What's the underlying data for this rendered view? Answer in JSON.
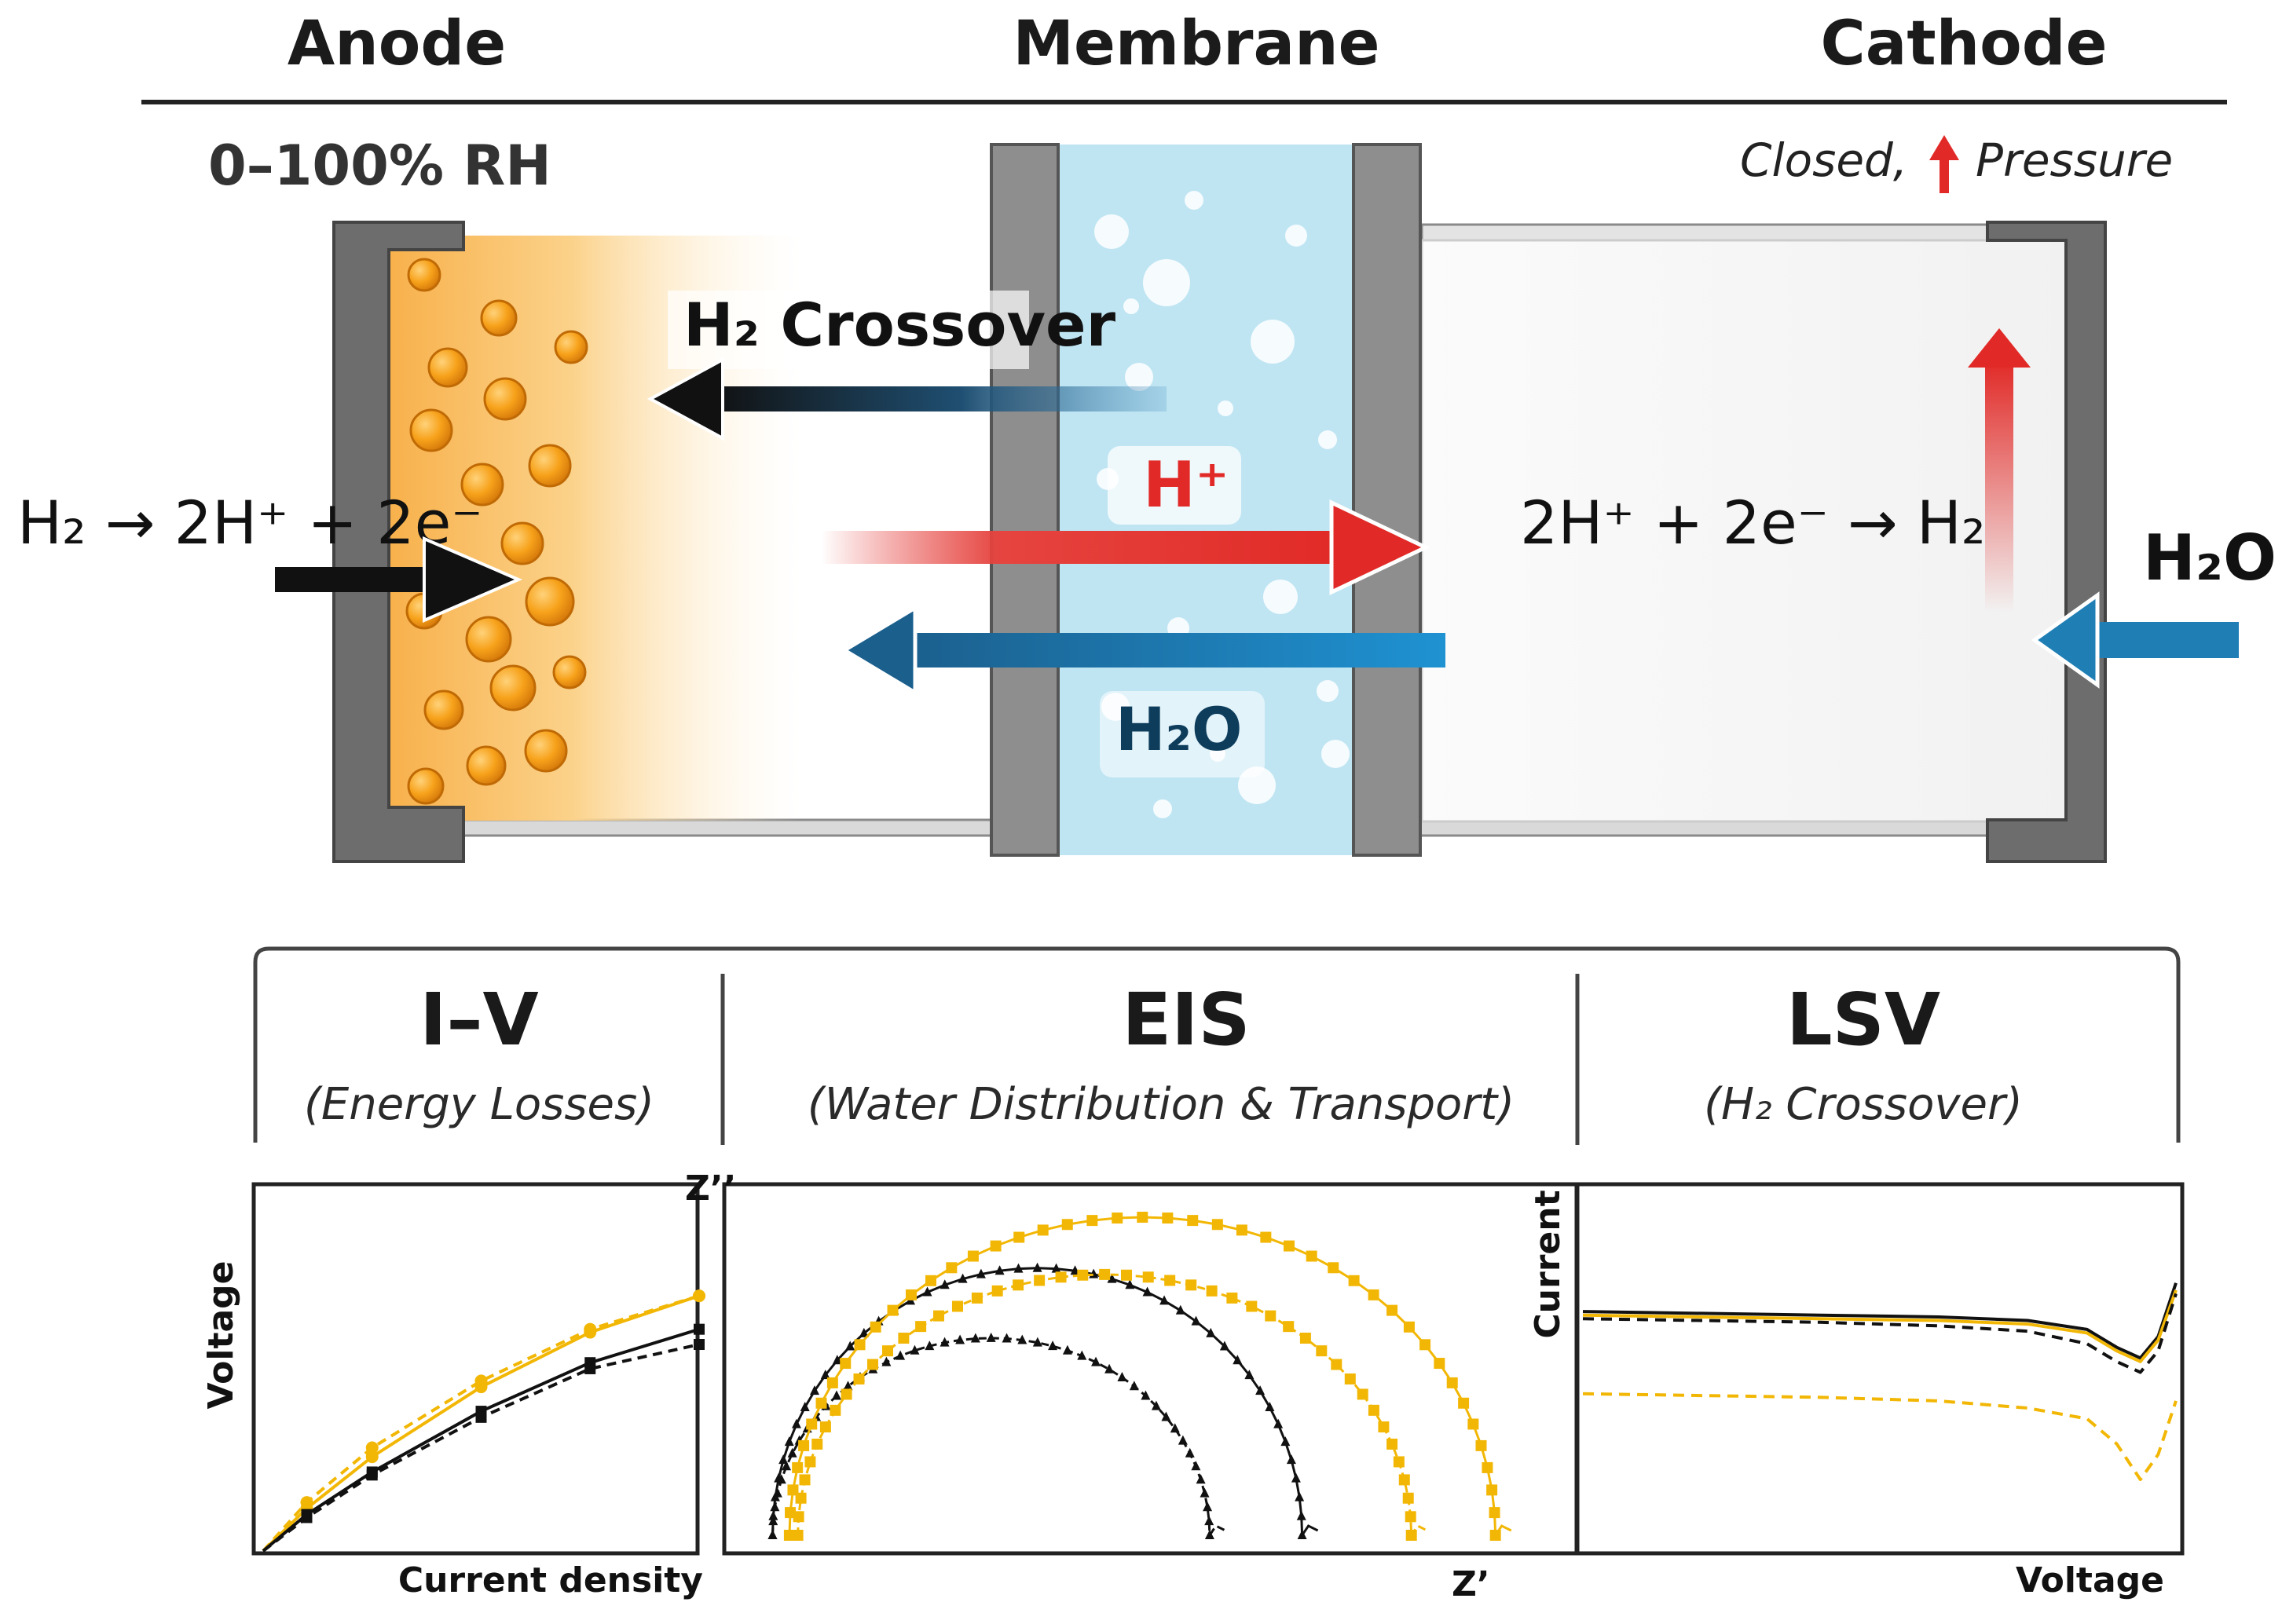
{
  "header": {
    "anode": "Anode",
    "membrane": "Membrane",
    "cathode": "Cathode"
  },
  "cell": {
    "anode_condition": "0–100% RH",
    "cathode_condition_pre": "Closed,",
    "cathode_condition_post": "Pressure",
    "anode_reaction": "H₂ → 2H⁺ + 2e⁻",
    "cathode_reaction": "2H⁺ + 2e⁻ → H₂",
    "h2_crossover_label": "H₂ Crossover",
    "proton_label": "H⁺",
    "membrane_water_label": "H₂O",
    "cathode_water_label": "H₂O"
  },
  "panels": [
    {
      "title": "I–V",
      "subtitle": "(Energy Losses)"
    },
    {
      "title": "EIS",
      "subtitle": "(Water Distribution & Transport)"
    },
    {
      "title": "LSV",
      "subtitle": "(H₂ Crossover)"
    }
  ],
  "colors": {
    "orange": "#f7a21b",
    "yellow_series": "#f2b705",
    "black_series": "#111111",
    "proton_red": "#e12a27",
    "water_blue": "#1f7fb5",
    "membrane_blue": "#bfe5f3",
    "frame_gray": "#6d6d6d"
  },
  "chart_data": [
    {
      "type": "line",
      "title": "",
      "xlabel": "Current density",
      "ylabel": "Voltage",
      "xlim": [
        0,
        1
      ],
      "ylim": [
        0,
        1
      ],
      "series": [
        {
          "color": "#f2b705",
          "style": "solid",
          "marker": "circle",
          "x": [
            0,
            0.1,
            0.25,
            0.5,
            0.75,
            1.0
          ],
          "y": [
            0,
            0.14,
            0.31,
            0.54,
            0.72,
            0.84
          ]
        },
        {
          "color": "#f2b705",
          "style": "dashed",
          "marker": "circle",
          "x": [
            0,
            0.1,
            0.25,
            0.5,
            0.75,
            1.0
          ],
          "y": [
            0,
            0.16,
            0.34,
            0.56,
            0.73,
            0.84
          ]
        },
        {
          "color": "#111111",
          "style": "solid",
          "marker": "square",
          "x": [
            0,
            0.1,
            0.25,
            0.5,
            0.75,
            1.0
          ],
          "y": [
            0,
            0.12,
            0.26,
            0.46,
            0.62,
            0.73
          ]
        },
        {
          "color": "#111111",
          "style": "dashed",
          "marker": "square",
          "x": [
            0,
            0.1,
            0.25,
            0.5,
            0.75,
            1.0
          ],
          "y": [
            0,
            0.11,
            0.25,
            0.44,
            0.6,
            0.68
          ]
        }
      ]
    },
    {
      "type": "scatter",
      "title": "",
      "xlabel": "Z’",
      "ylabel": "Z’’",
      "xlim": [
        0,
        1
      ],
      "ylim": [
        0,
        1
      ],
      "series": [
        {
          "color": "#111111",
          "style": "dashed",
          "marker": "triangle",
          "x0": 0.05,
          "x1": 0.57,
          "r_frac": 0.62
        },
        {
          "color": "#111111",
          "style": "solid",
          "marker": "triangle",
          "x0": 0.05,
          "x1": 0.68,
          "r_frac": 0.84
        },
        {
          "color": "#f2b705",
          "style": "dashed",
          "marker": "square",
          "x0": 0.08,
          "x1": 0.81,
          "r_frac": 0.82
        },
        {
          "color": "#f2b705",
          "style": "solid",
          "marker": "square",
          "x0": 0.07,
          "x1": 0.91,
          "r_frac": 1.0
        }
      ]
    },
    {
      "type": "line",
      "title": "",
      "xlabel": "Voltage",
      "ylabel": "Current",
      "xlim": [
        0,
        1
      ],
      "ylim": [
        0,
        1
      ],
      "series": [
        {
          "color": "#111111",
          "style": "solid",
          "x": [
            0,
            0.2,
            0.4,
            0.6,
            0.75,
            0.85,
            0.9,
            0.94,
            0.97,
            1.0
          ],
          "y": [
            0.67,
            0.665,
            0.66,
            0.655,
            0.645,
            0.62,
            0.57,
            0.54,
            0.6,
            0.75
          ]
        },
        {
          "color": "#f2b705",
          "style": "solid",
          "x": [
            0,
            0.2,
            0.4,
            0.6,
            0.75,
            0.85,
            0.9,
            0.94,
            0.97,
            1.0
          ],
          "y": [
            0.66,
            0.655,
            0.65,
            0.645,
            0.635,
            0.61,
            0.56,
            0.53,
            0.59,
            0.73
          ]
        },
        {
          "color": "#111111",
          "style": "dashed",
          "x": [
            0,
            0.2,
            0.4,
            0.6,
            0.75,
            0.85,
            0.9,
            0.94,
            0.97,
            1.0
          ],
          "y": [
            0.65,
            0.645,
            0.64,
            0.63,
            0.615,
            0.58,
            0.53,
            0.5,
            0.56,
            0.72
          ]
        },
        {
          "color": "#f2b705",
          "style": "dashed",
          "x": [
            0,
            0.2,
            0.4,
            0.6,
            0.75,
            0.85,
            0.9,
            0.94,
            0.97,
            1.0
          ],
          "y": [
            0.44,
            0.435,
            0.43,
            0.42,
            0.4,
            0.37,
            0.3,
            0.2,
            0.27,
            0.42
          ]
        }
      ]
    }
  ]
}
